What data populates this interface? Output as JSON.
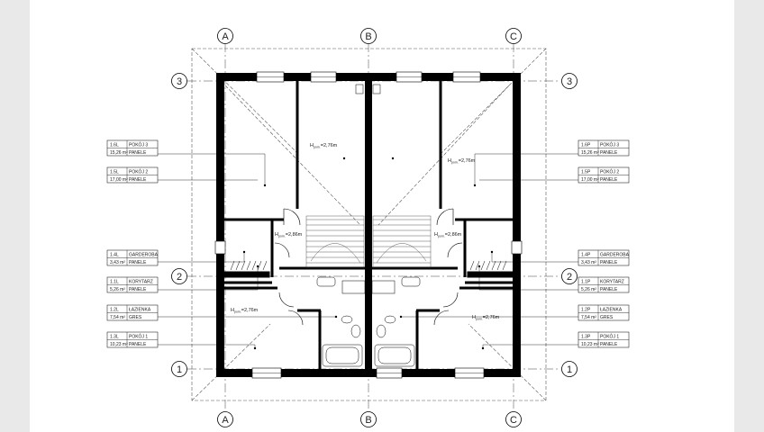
{
  "axes": {
    "columns": [
      "A",
      "B",
      "C"
    ],
    "rows": [
      "1",
      "2",
      "3"
    ]
  },
  "heights": {
    "main": "H",
    "main_sub": "pom.",
    "main_value": "=2,76m",
    "stair_value": "=2,86m"
  },
  "rooms_left": [
    {
      "id": "1.6L",
      "name": "POKÓJ 3",
      "area": "15,26",
      "unit": "m²",
      "floor": "PANELE"
    },
    {
      "id": "1.5L",
      "name": "POKÓJ 2",
      "area": "17,00",
      "unit": "m²",
      "floor": "PANELE"
    },
    {
      "id": "1.4L",
      "name": "GARDEROBA",
      "area": "3,43",
      "unit": "m²",
      "floor": "PANELE"
    },
    {
      "id": "1.1L",
      "name": "KORYTARZ",
      "area": "5,26",
      "unit": "m²",
      "floor": "PANELE"
    },
    {
      "id": "1.2L",
      "name": "ŁAZIENKA",
      "area": "7,54",
      "unit": "m²",
      "floor": "GRES"
    },
    {
      "id": "1.3L",
      "name": "POKÓJ 1",
      "area": "10,23",
      "unit": "m²",
      "floor": "PANELE"
    }
  ],
  "rooms_right": [
    {
      "id": "1.6P",
      "name": "POKÓJ 3",
      "area": "15,26",
      "unit": "m²",
      "floor": "PANELE"
    },
    {
      "id": "1.5P",
      "name": "POKÓJ 2",
      "area": "17,00",
      "unit": "m²",
      "floor": "PANELE"
    },
    {
      "id": "1.4P",
      "name": "GARDEROBA",
      "area": "3,43",
      "unit": "m²",
      "floor": "PANELE"
    },
    {
      "id": "1.1P",
      "name": "KORYTARZ",
      "area": "5,26",
      "unit": "m²",
      "floor": "PANELE"
    },
    {
      "id": "1.2P",
      "name": "ŁAZIENKA",
      "area": "7,54",
      "unit": "m²",
      "floor": "GRES"
    },
    {
      "id": "1.3P",
      "name": "POKÓJ 1",
      "area": "10,23",
      "unit": "m²",
      "floor": "PANELE"
    }
  ]
}
